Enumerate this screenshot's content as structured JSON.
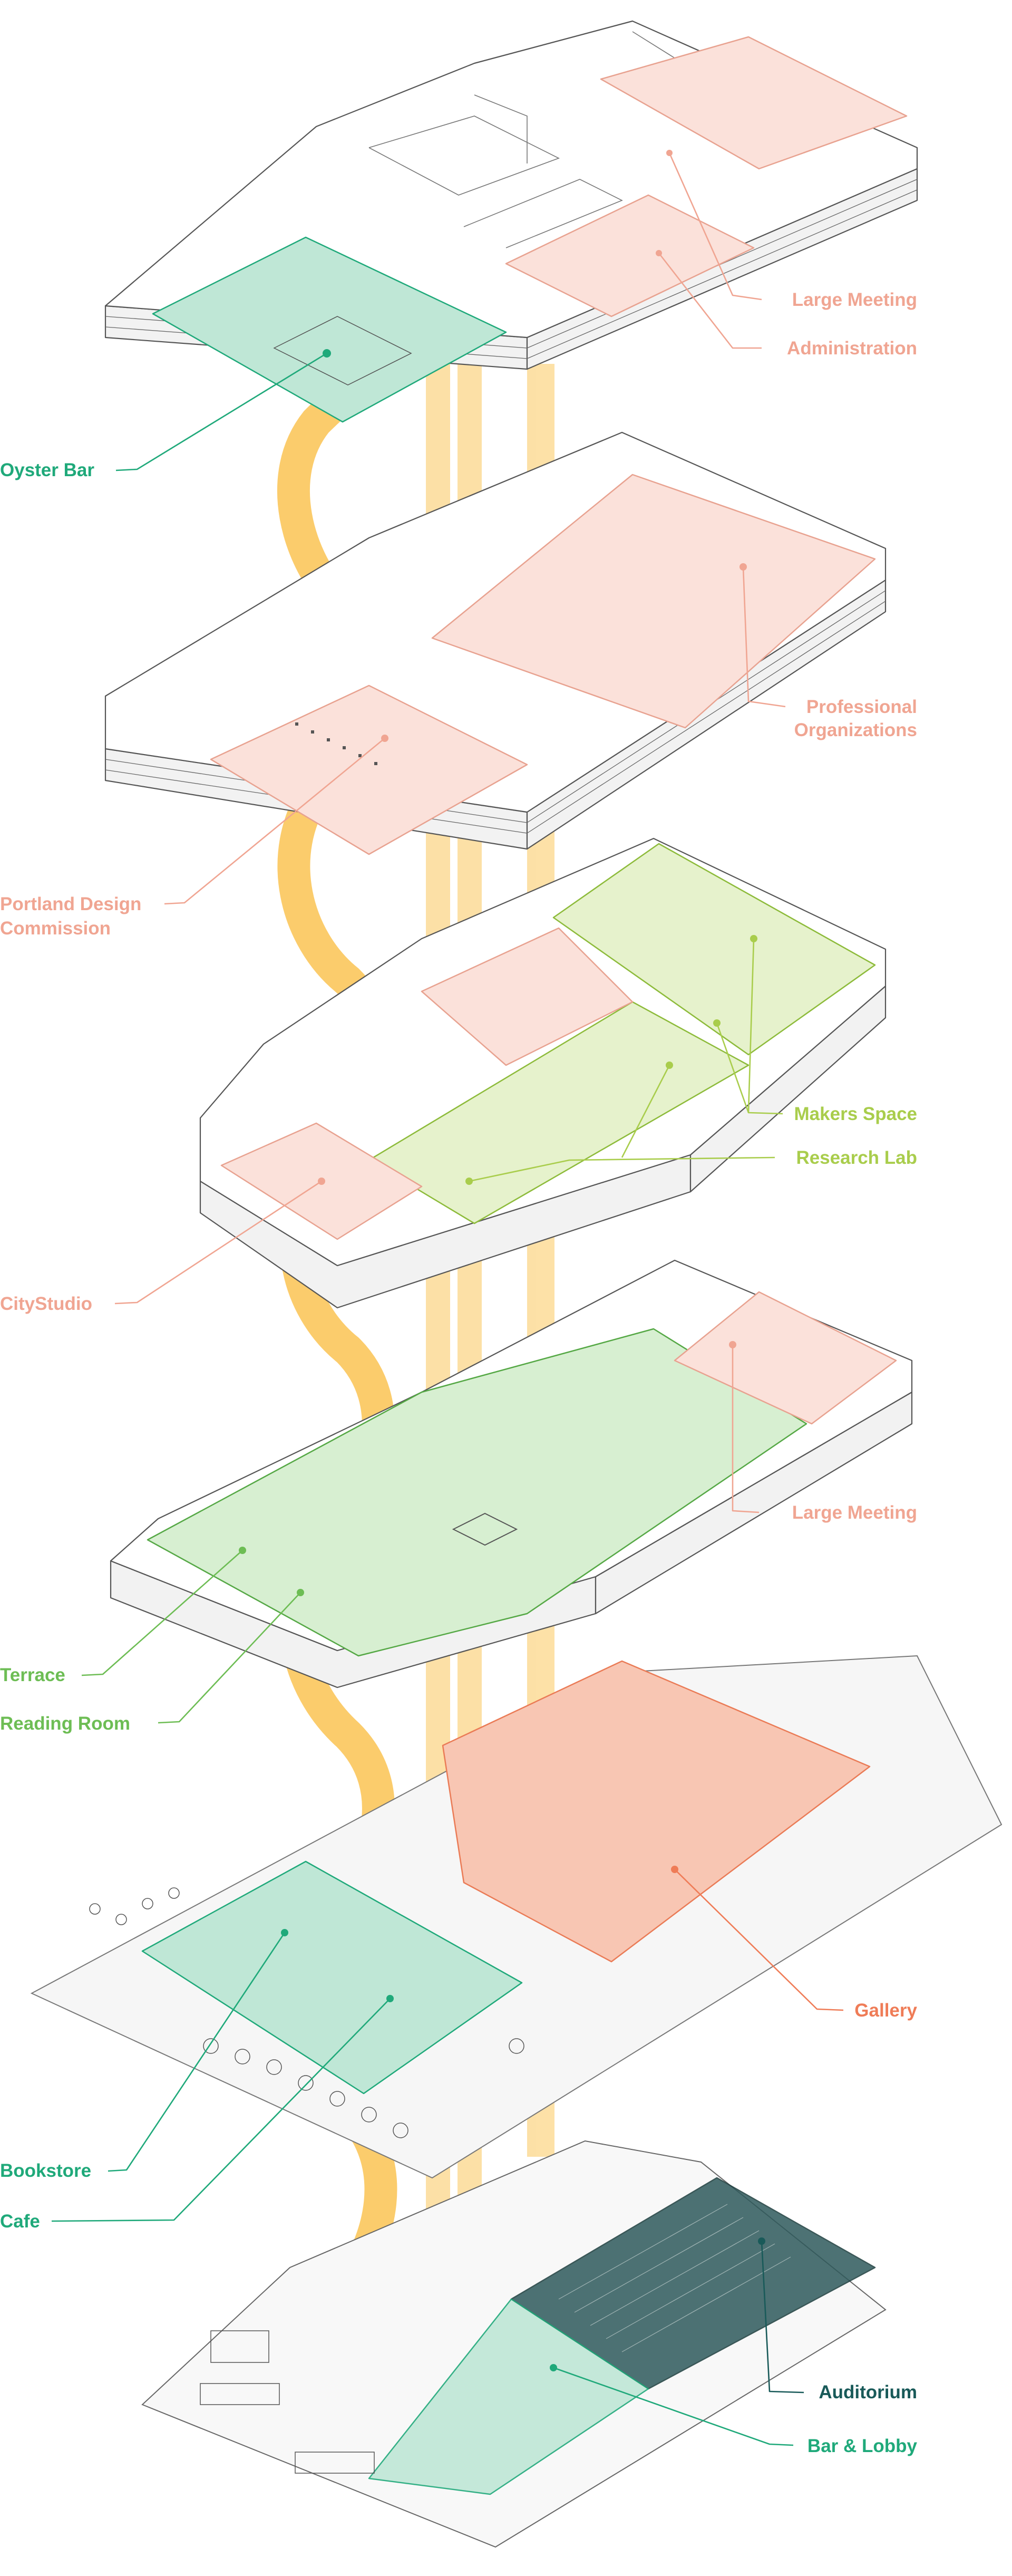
{
  "labels": {
    "large_meeting_top": "Large Meeting",
    "administration": "Administration",
    "oyster_bar": "Oyster Bar",
    "professional_line1": "Professional",
    "professional_line2": "Organizations",
    "portland_line1": "Portland Design",
    "portland_line2": "Commission",
    "makers_space": "Makers Space",
    "research_lab": "Research Lab",
    "citystudio": "CityStudio",
    "large_meeting_mid": "Large Meeting",
    "terrace": "Terrace",
    "reading_room": "Reading Room",
    "gallery": "Gallery",
    "bookstore": "Bookstore",
    "cafe": "Cafe",
    "auditorium": "Auditorium",
    "bar_lobby": "Bar & Lobby"
  },
  "colors": {
    "salmon_text": "#f0a592",
    "salmon_fill": "#fbe1da",
    "teal_text": "#1fa97a",
    "teal_fill": "#bfe7d6",
    "green_text": "#6dbd54",
    "green_fill": "#d7efd1",
    "lime_text": "#a9cd4c",
    "lime_fill": "#e6f2cc",
    "orange_text": "#ef7c57",
    "orange_fill": "#f8c6b3",
    "dark_teal_text": "#195a59",
    "dark_teal_fill": "#2f5a5c",
    "circulation": "#fbc85f"
  }
}
